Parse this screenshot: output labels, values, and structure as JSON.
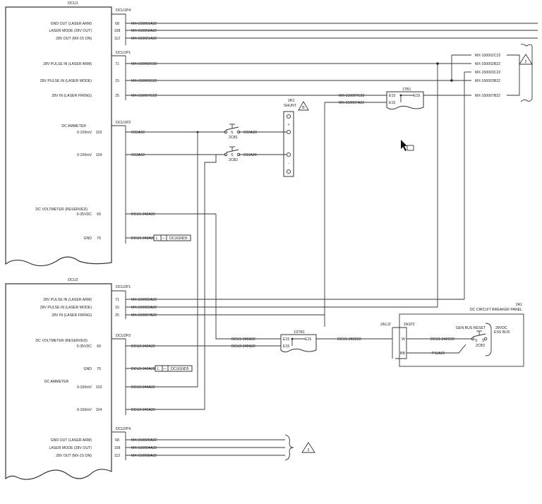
{
  "units": {
    "dcu1": {
      "title": "DCU1",
      "p4": {
        "label": "DCU1P4",
        "rows": [
          {
            "name": "GND OUT (LASER ARM)",
            "pin": "68",
            "wire": "MX-150001A22"
          },
          {
            "name": "LASER MODE (28V OUT)",
            "pin": "108",
            "wire": "MX-150058A22"
          },
          {
            "name": "28V OUT (MX-15 ON)",
            "pin": "112",
            "wire": "MX-150021A22"
          }
        ]
      },
      "p1": {
        "label": "DCU1P1",
        "rows": [
          {
            "name": "28V PULSE IN (LASER ARM)",
            "pin": "71",
            "wire": "MX-150002C22"
          },
          {
            "name": "28V PULSE IN (LASER MODE)",
            "pin": "15",
            "wire": "MX-150003C22"
          },
          {
            "name": "28V IN (LASER FIRING)",
            "pin": "25",
            "wire": "MX-150007C22"
          }
        ]
      },
      "p2": {
        "label": "DCU1P2",
        "ammeter": "DC AMMETER",
        "range1": "0-100mV",
        "range2": "0-100mV",
        "pin103": "103",
        "pin104": "104",
        "w103": "O12A22",
        "w104": "O13A22",
        "voltmeter": "DC VOLTMETER (RESERVED)",
        "vrange": "0-35VDC",
        "pin69": "69",
        "w69": "DCU1-242A22",
        "gnd": "GND",
        "pin70": "70",
        "w70": "DCU1-243A22N",
        "gnd_box": "DCUGND5"
      }
    },
    "dcu2": {
      "title": "DCU2",
      "p1": {
        "label": "DCU2P1",
        "rows": [
          {
            "name": "28V PULSE IN (LASER ARM)",
            "pin": "71",
            "wire": "MX-150002A22"
          },
          {
            "name": "28V PULSE IN (LASER MODE)",
            "pin": "15",
            "wire": "MX-150003A22"
          },
          {
            "name": "28V IN (LASER FIRING)",
            "pin": "25",
            "wire": "MX-150007A22"
          }
        ]
      },
      "p2": {
        "label": "DCU2P2",
        "voltmeter": "DC VOLTMETER (RESERVED)",
        "vrange": "0-35VDC",
        "pin69": "69",
        "w69": "DCU2-242A22",
        "gnd": "GND",
        "pin70": "70",
        "w70": "DCU2-243A22N",
        "gnd_box": "DCUGND5",
        "ammeter": "DC AMMETER",
        "range1": "0-100mV",
        "range2": "0-100mV",
        "pin103": "103",
        "pin104": "104",
        "w103": "DCU2-244A22",
        "w104": "DCU2-245A22"
      },
      "p4": {
        "label": "DCU2P4",
        "rows": [
          {
            "name": "GND OUT (LASER ARM)",
            "pin": "68",
            "wire": "MX-150020A22"
          },
          {
            "name": "LASER MODE (28V OUT)",
            "pin": "108",
            "wire": "MX-150004A22"
          },
          {
            "name": "28V OUT (MX-15 ON)",
            "pin": "112",
            "wire": "MX-150008A22"
          }
        ]
      }
    }
  },
  "right_wires": [
    "MX-150002C22",
    "MX-150002B22",
    "MX-150003C22",
    "MX-150003B22",
    "MX-150007B22"
  ],
  "ref_triangle": "2",
  "tb1": {
    "label": "1TB1",
    "w1": "MX-150007C22",
    "w2": "MX-150007A22",
    "t1": "E15",
    "t2": "E15",
    "t3": "E15"
  },
  "shunt": {
    "label1": "2R1",
    "label2": "SHUNT",
    "ref": "B",
    "plus": "+",
    "minus": "-"
  },
  "switches": {
    "s1": {
      "name": "2CB1",
      "a": "S",
      "b": "S",
      "w_out": "O10A20"
    },
    "s2": {
      "name": "2CB2",
      "a": "S",
      "b": "S",
      "w_out": "O11A20"
    }
  },
  "tb2": {
    "label": "1STB1",
    "w_in1": "DCU1-242A22",
    "w_in2": "DCU2-242A22",
    "t1": "E15",
    "t2": "E15",
    "t3": "E15",
    "w_out": "DCU1-242B22"
  },
  "panel": {
    "id": "2A1",
    "title": "DC CIRCUIT BREAKER PANEL",
    "j_label": "2A1J2",
    "p_label": "2A1P2",
    "pin_w": "W",
    "pin_bb": "BB",
    "w1": "DCU1-242C22",
    "w2": "P11A22",
    "cb_label": "GEN BUS RESET",
    "cb_name": "2CB3",
    "cb_s1": "S",
    "cb_s2": "S",
    "bus1": "28VDC",
    "bus2": "ESS BUS"
  }
}
